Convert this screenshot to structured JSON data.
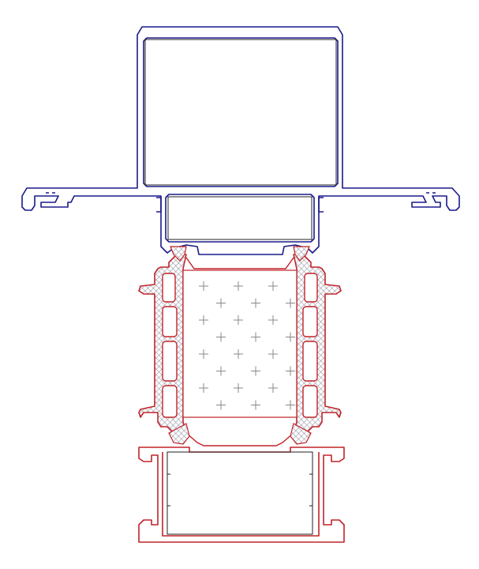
{
  "colors": {
    "background": "#ffffff",
    "profile_blue": "#1a1a8c",
    "profile_red": "#c0232a",
    "insulation_hatch": "#9a9aa8",
    "glass_edge": "#222222",
    "foam_marker": "#888888"
  },
  "components": {
    "outer_frame": "profile_blue",
    "thermal_core": "profile_red",
    "inner_frame": "profile_red",
    "insulation_panel": "foam_marker"
  },
  "icons": {
    "insulation_symbol": "plus-marker",
    "thermal_break": "crosshatch-pattern"
  }
}
